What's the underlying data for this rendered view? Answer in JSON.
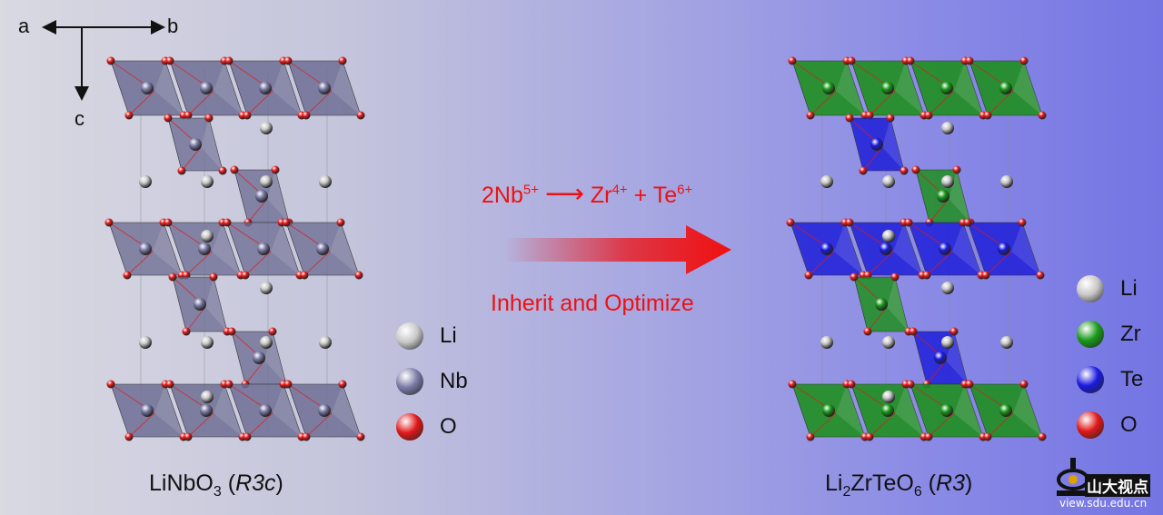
{
  "axes": {
    "a": "a",
    "b": "b",
    "c": "c"
  },
  "left_structure": {
    "formula": {
      "prefix": "LiNbO",
      "sub": "3",
      "space_group": "R3c"
    },
    "legend": [
      {
        "label": "Li",
        "color": "#c8c8c8"
      },
      {
        "label": "Nb",
        "color": "#7a7aa6"
      },
      {
        "label": "O",
        "color": "#e01818"
      }
    ]
  },
  "transformation": {
    "reaction": {
      "lhs": "2Nb",
      "lhs_sup": "5+",
      "arrow": "⟶",
      "rhs1": "Zr",
      "rhs1_sup": "4+",
      "plus": "+",
      "rhs2": "Te",
      "rhs2_sup": "6+"
    },
    "caption": "Inherit and Optimize"
  },
  "right_structure": {
    "formula": {
      "part1": "Li",
      "sub1": "2",
      "part2": "ZrTeO",
      "sub2": "6",
      "space_group": "R3"
    },
    "legend": [
      {
        "label": "Li",
        "color": "#c8c8c8"
      },
      {
        "label": "Zr",
        "color": "#1a9a1a"
      },
      {
        "label": "Te",
        "color": "#1a1ae0"
      },
      {
        "label": "O",
        "color": "#e01818"
      }
    ]
  },
  "watermark": {
    "name": "山大视点",
    "url": "view.sdu.edu.cn"
  },
  "colors": {
    "nb_poly": "#6f6f95",
    "zr_poly": "#1f8f1f",
    "te_poly": "#1e1ed8",
    "oxygen": "#e01818",
    "lithium": "#c8c8c8",
    "arrow": "#f01010"
  }
}
